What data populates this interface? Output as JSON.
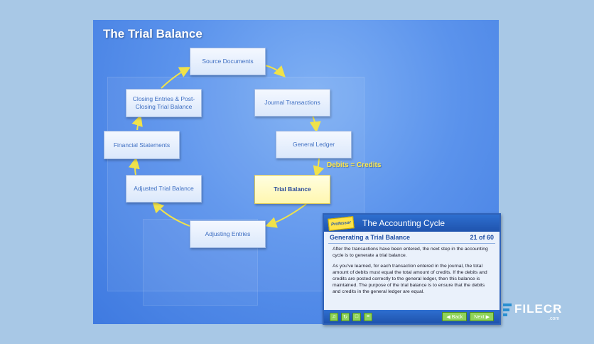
{
  "slide": {
    "title": "The Trial Balance",
    "cycle_nodes": [
      "Source Documents",
      "Journal Transactions",
      "General Ledger",
      "Trial Balance",
      "Adjusting Entries",
      "Adjusted Trial Balance",
      "Financial Statements",
      "Closing Entries & Post-Closing Trial Balance"
    ],
    "highlighted_node": "Trial Balance",
    "annotation": "Debits = Credits",
    "arrow_color": "#f0e24a"
  },
  "panel": {
    "logo_text": "Professor",
    "title": "The Accounting Cycle",
    "lesson_title": "Generating a Trial Balance",
    "page_counter": "21 of 60",
    "paragraphs": [
      "After the transactions have been entered, the next step in the accounting cycle is to generate a trial balance.",
      "As you've learned, for each transaction entered in the journal, the total amount of debits must equal the total amount of credits. If the debits and credits are posted correctly to the general ledger, then this balance is maintained. The purpose of the trial balance is to ensure that the debits and credits in the general ledger are equal."
    ],
    "footer_icons": [
      "speaker-icon",
      "repeat-icon",
      "lock-icon",
      "menu-icon"
    ],
    "back_label": "◀ Back",
    "next_label": "Next ▶",
    "accent": "#1f53ad",
    "button_color": "#8fd35a"
  },
  "watermark": {
    "brand": "FILECR",
    "domain": ".com"
  }
}
